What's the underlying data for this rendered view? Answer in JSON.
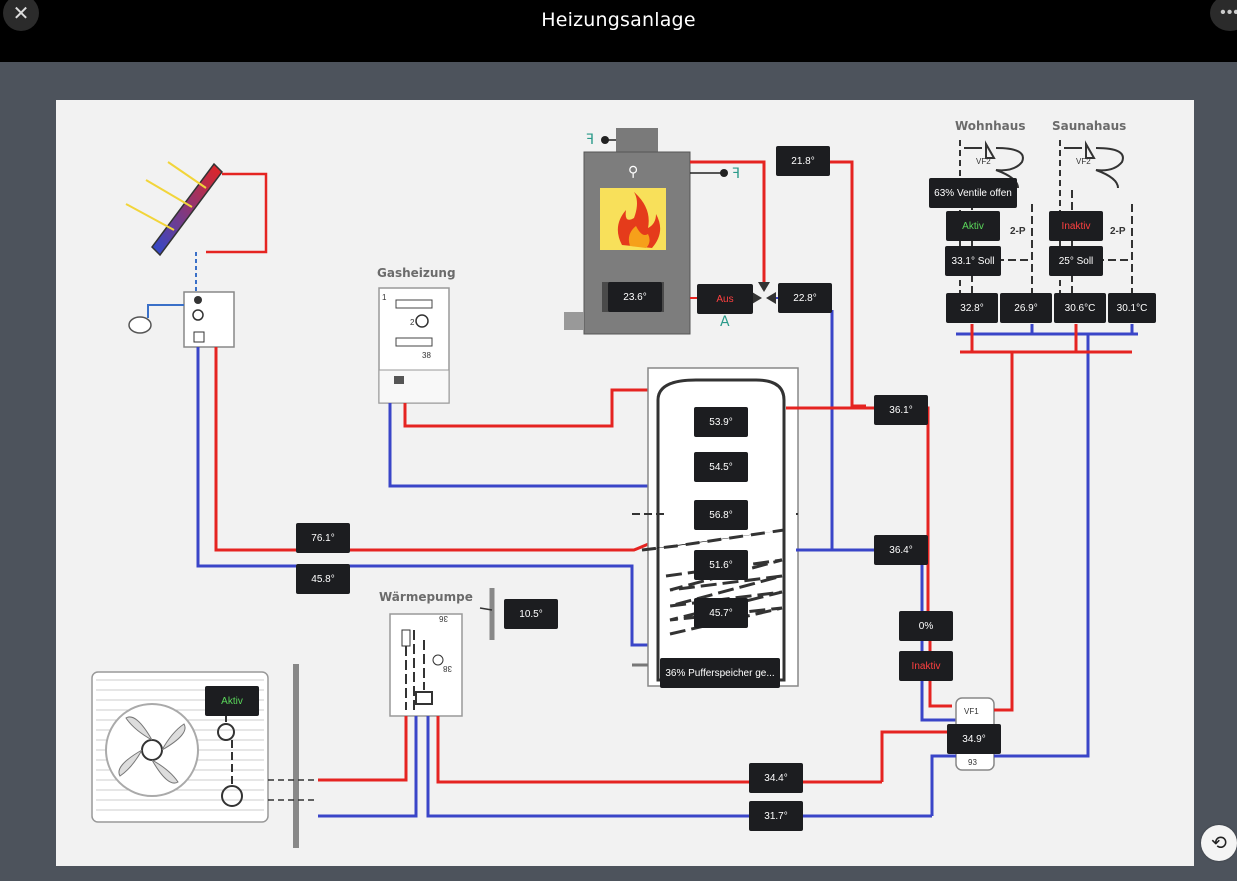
{
  "window": {
    "title": "Heizungsanlage",
    "close_icon": "close-icon",
    "more_icon": "more-horizontal-icon",
    "refresh_icon": "refresh-icon"
  },
  "labels": {
    "gasheizung": "Gasheizung",
    "waermepumpe": "Wärmepumpe",
    "wohnhaus": "Wohnhaus",
    "saunahaus": "Saunahaus"
  },
  "readings": {
    "ofen_vorlauf": "21.8°",
    "ofen_innen": "23.6°",
    "ofen_pumpe_status": "Aus",
    "ofen_ruecklauf": "22.8°",
    "puffer_t1": "53.9°",
    "puffer_t2": "54.5°",
    "puffer_t3": "56.8°",
    "puffer_t4": "51.6°",
    "puffer_t5": "45.7°",
    "puffer_status": "36% Pufferspeicher ge...",
    "heizkreis_vorlauf": "36.1°",
    "heizkreis_ruecklauf": "36.4°",
    "solar_vorlauf": "76.1°",
    "solar_ruecklauf": "45.8°",
    "aussen_temp": "10.5°",
    "wp_status": "Aktiv",
    "mischer_prozent": "0%",
    "mischer_status": "Inaktiv",
    "vf1_temp": "34.9°",
    "wp_vorlauf": "34.4°",
    "wp_ruecklauf": "31.7°",
    "wohnhaus_ventile": "63% Ventile offen",
    "wohnhaus_status": "Aktiv",
    "wohnhaus_soll": "33.1° Soll",
    "saunahaus_status": "Inaktiv",
    "saunahaus_soll": "25° Soll",
    "wohnhaus_vl": "32.8°",
    "wohnhaus_rl": "26.9°",
    "saunahaus_vl": "30.6°C",
    "saunahaus_rl": "30.1°C"
  },
  "diagram_text": {
    "gas_1": "1",
    "gas_2": "2",
    "gas_38": "38",
    "vf2_w": "VF2",
    "vf2_s": "VF2",
    "twop_w": "2-P",
    "twop_s": "2-P",
    "vf1": "VF1",
    "n93": "93",
    "wp_36": "36",
    "wp_38": "38"
  },
  "colors": {
    "hot": "#e52421",
    "cold": "#3a45c8",
    "tile_bg": "#1c1d20",
    "status_on": "#5bd85b",
    "status_off": "#ff4040"
  }
}
